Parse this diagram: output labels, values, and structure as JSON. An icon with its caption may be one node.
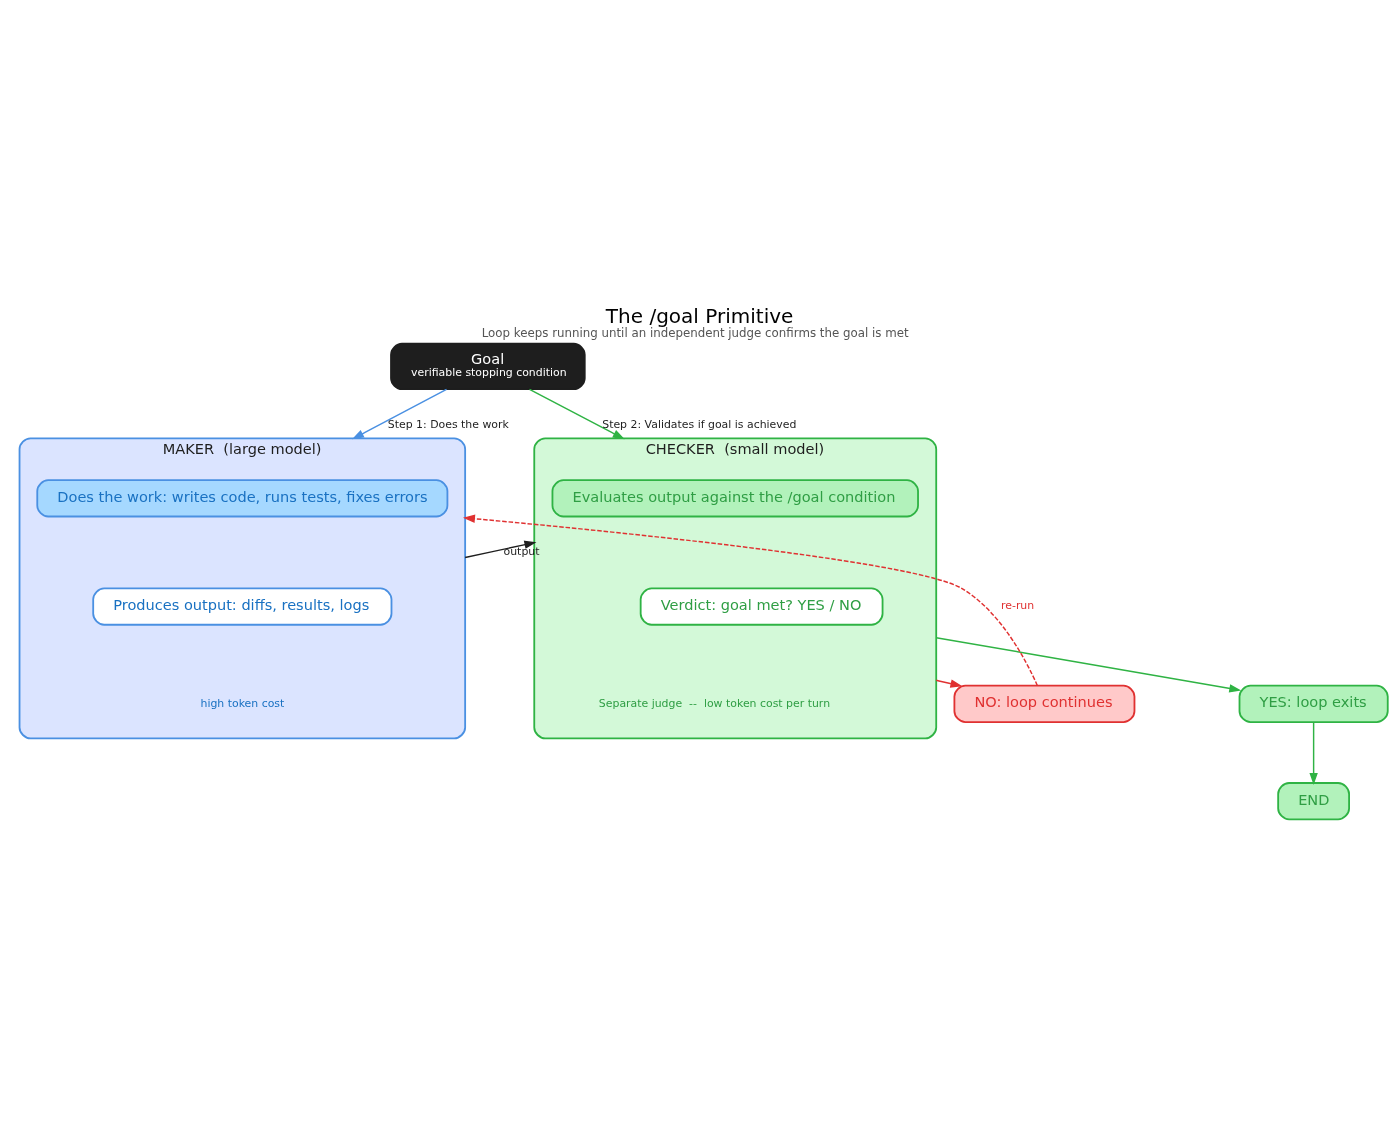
{
  "diagram": {
    "title": "The /goal Primitive",
    "caption": "Loop keeps running until an independent judge confirms the goal is met",
    "nodes": [
      {
        "text": [
          "Goal",
          "verifiable stopping condition"
        ]
      },
      {
        "text": [
          "MAKER  (large model)",
          "high token cost"
        ]
      },
      {
        "text": [
          "Does the work: writes code, runs tests, fixes errors"
        ],
        "in": 1
      },
      {
        "text": [
          "Produces output: diffs, results, logs"
        ],
        "in": 1
      },
      {
        "text": [
          "CHECKER  (small model)",
          "Separate judge  --  low token cost per turn"
        ]
      },
      {
        "text": [
          "Evaluates output against the /goal condition"
        ],
        "in": 4
      },
      {
        "text": [
          "Verdict: goal met? YES / NO"
        ],
        "in": 4
      },
      {
        "text": [
          "NO: loop continues"
        ]
      },
      {
        "text": [
          "YES: loop exits"
        ]
      },
      {
        "text": [
          "END"
        ]
      }
    ],
    "edges": [
      {
        "from": 0,
        "to": 1,
        "arrow": "to",
        "label": "Step 1: Does the work",
        "color": "#4a90e2"
      },
      {
        "from": 0,
        "to": 4,
        "arrow": "to",
        "label": "Step 2: Validates if goal is achieved"
      },
      {
        "from": 1,
        "to": 4,
        "arrow": "to",
        "label": "output",
        "color": "#1e1e1e"
      },
      {
        "from": 4,
        "to": 7,
        "arrow": "to",
        "color": "#e03131"
      },
      {
        "from": 7,
        "to": 1,
        "arrow": "to",
        "label": "re-run",
        "style": "dashed",
        "color": "#e03131"
      },
      {
        "from": 4,
        "to": 8,
        "arrow": "to"
      },
      {
        "from": 8,
        "to": 9,
        "arrow": "to"
      }
    ]
  }
}
